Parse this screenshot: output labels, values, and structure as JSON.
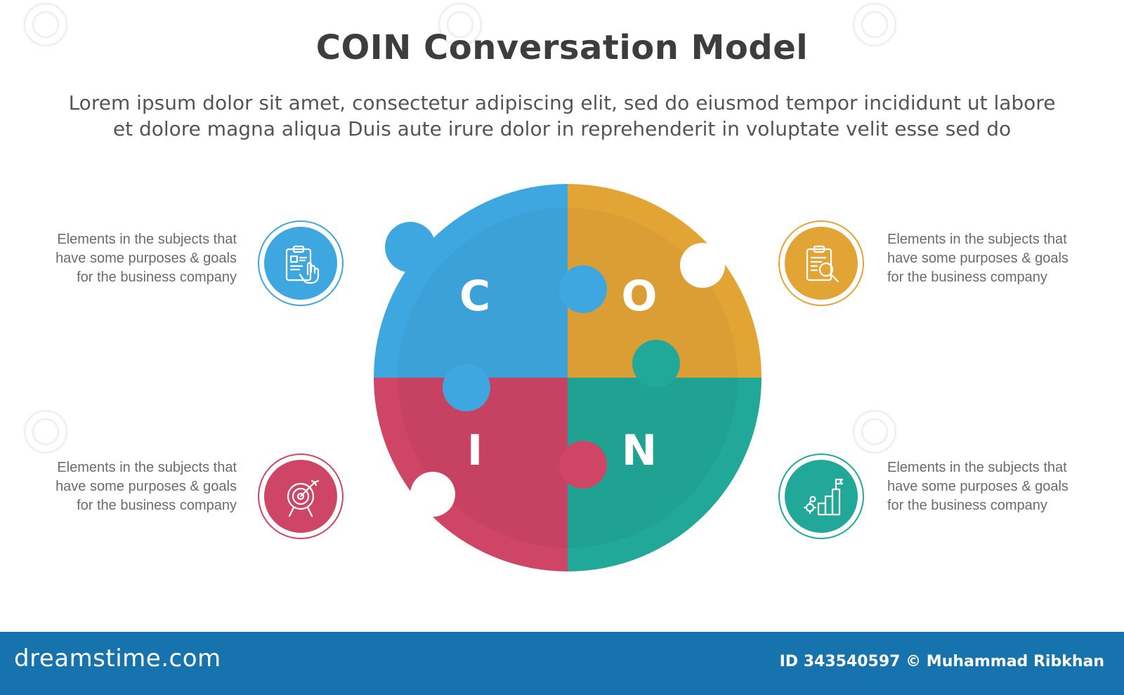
{
  "title": "COIN Conversation Model",
  "subtitle": {
    "line1": "Lorem ipsum dolor sit amet, consectetur adipiscing elit, sed do eiusmod tempor incididunt ut labore",
    "line2": "et dolore magna aliqua Duis aute irure dolor in reprehenderit in voluptate velit esse sed do"
  },
  "pieces": [
    {
      "letter": "C",
      "color": "#3fa7df"
    },
    {
      "letter": "O",
      "color": "#e3a436"
    },
    {
      "letter": "I",
      "color": "#cf4566"
    },
    {
      "letter": "N",
      "color": "#21a898"
    }
  ],
  "items": [
    {
      "icon": "clipboard-hand-icon",
      "color": "#3fa7df",
      "text": [
        "Elements in the subjects that",
        "have  some purposes & goals",
        "for the  business company"
      ]
    },
    {
      "icon": "target-icon",
      "color": "#cf4566",
      "text": [
        "Elements in the subjects that",
        "have  some purposes & goals",
        "for the  business company"
      ]
    },
    {
      "icon": "clipboard-search-icon",
      "color": "#e3a436",
      "text": [
        "Elements in the subjects that",
        "have  some purposes & goals",
        "for the  business company"
      ]
    },
    {
      "icon": "growth-steps-icon",
      "color": "#21a898",
      "text": [
        "Elements in the subjects that",
        "have  some purposes & goals",
        "for the  business company"
      ]
    }
  ],
  "footer": {
    "brand": "dreamstime.com",
    "id_text": "ID 343540597 © Muhammad Ribkhan",
    "color": "#1673ad"
  }
}
